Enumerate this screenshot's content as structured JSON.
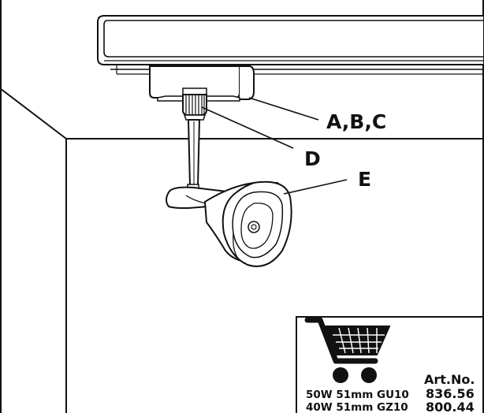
{
  "callouts": {
    "track_adapter": "A,B,C",
    "stem": "D",
    "lamp_head": "E"
  },
  "product_info": {
    "cart_icon": "shopping-cart-icon",
    "art_no_header": "Art.No.",
    "rows": [
      {
        "spec": "50W 51mm GU10",
        "art_no": "836.56"
      },
      {
        "spec": "40W 51mm GZ10",
        "art_no": "800.44"
      }
    ]
  },
  "colors": {
    "ink": "#111111",
    "paper": "#ffffff"
  }
}
